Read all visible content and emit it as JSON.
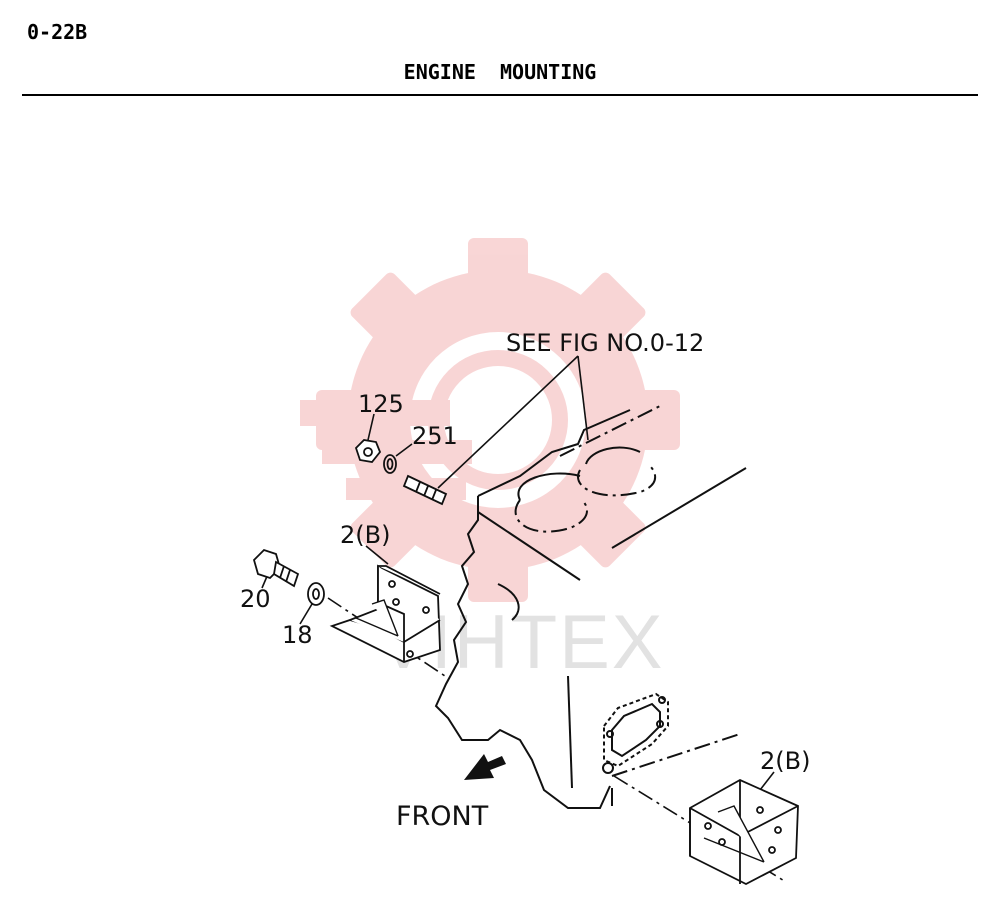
{
  "header": {
    "page_code": "0-22B",
    "title": "ENGINE  MOUNTING"
  },
  "diagram": {
    "callouts": {
      "see_fig": "SEE FIG NO.0-12",
      "part_125": "125",
      "part_251": "251",
      "part_2b_upper": "2(B)",
      "part_20": "20",
      "part_18": "18",
      "part_2b_lower": "2(B)",
      "front": "FRONT"
    },
    "watermark": {
      "text": "VIHTEX",
      "color": "#f4b4b4"
    }
  }
}
